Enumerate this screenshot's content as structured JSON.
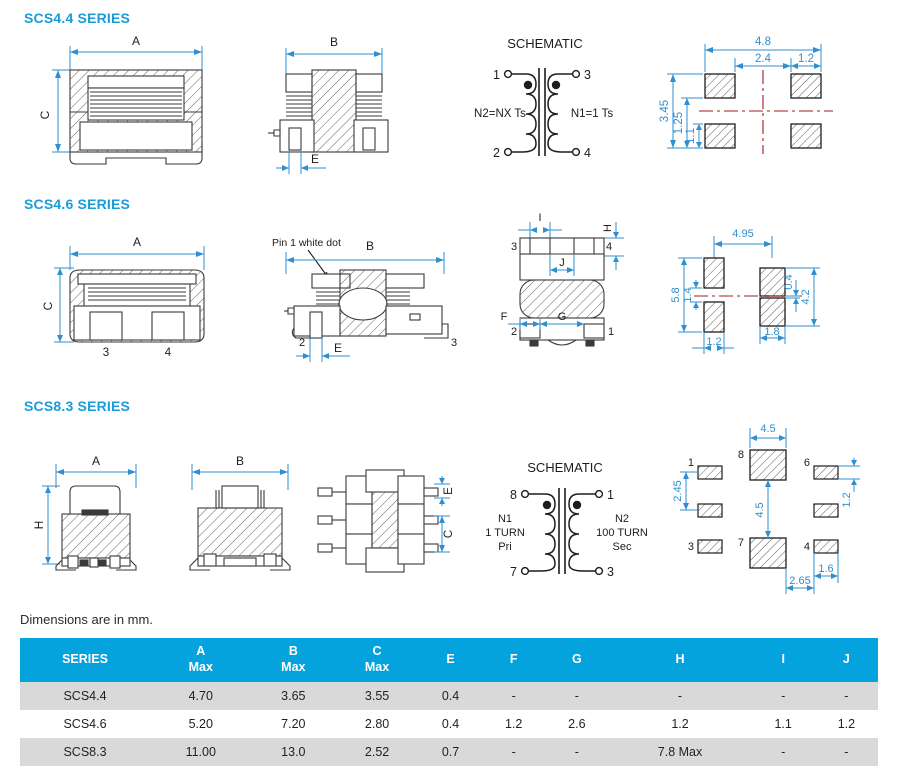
{
  "meta": {
    "dimensions_note": "Dimensions are in mm."
  },
  "sections": [
    {
      "id": "scs44",
      "title": "SCS4.4 SERIES",
      "views": {
        "front": {
          "dim_a": "A",
          "dim_c": "C"
        },
        "side": {
          "dim_b": "B",
          "dim_e": "E"
        },
        "schematic": {
          "title": "SCHEMATIC",
          "pin_top_left": "1",
          "pin_bottom_left": "2",
          "pin_top_right": "3",
          "pin_bottom_right": "4",
          "label_left": "N2=NX Ts",
          "label_right": "N1=1 Ts"
        },
        "landpattern": {
          "dim_width_total": "4.8",
          "dim_pitch": "2.4",
          "dim_pad_w": "1.2",
          "dim_height_total": "3.45",
          "dim_inner_1": "1.25",
          "dim_inner_2": "1.1"
        }
      }
    },
    {
      "id": "scs46",
      "title": "SCS4.6 SERIES",
      "views": {
        "front": {
          "dim_a": "A",
          "dim_c": "C",
          "pin_left": "3",
          "pin_right": "4"
        },
        "side": {
          "dim_b": "B",
          "dim_e": "E",
          "callout": "Pin 1 white dot",
          "pin_left": "2",
          "pin_right": "3"
        },
        "bottom": {
          "dim_i": "I",
          "dim_j": "J",
          "dim_h": "H",
          "dim_f": "F",
          "dim_g": "G",
          "pin_tl": "3",
          "pin_tr": "4",
          "pin_bl": "2",
          "pin_br": "1"
        },
        "landpattern": {
          "dim_pitch_x": "4.95",
          "dim_height_total": "5.8",
          "dim_gap": "1.4",
          "dim_pad_w_left": "1.2",
          "dim_pad_w_right": "1.8",
          "dim_small_gap": "0.4",
          "dim_right_height": "4.2"
        }
      }
    },
    {
      "id": "scs83",
      "title": "SCS8.3 SERIES",
      "views": {
        "front": {
          "dim_a": "A",
          "dim_h": "H"
        },
        "side": {
          "dim_b": "B"
        },
        "bottom": {
          "dim_e": "E",
          "dim_c": "C"
        },
        "schematic": {
          "title": "SCHEMATIC",
          "pin_top_left": "8",
          "pin_bottom_left": "7",
          "pin_top_right": "1",
          "pin_bottom_right": "3",
          "label_left_1": "N1",
          "label_left_2": "1 TURN",
          "label_left_3": "Pri",
          "label_right_1": "N2",
          "label_right_2": "100 TURN",
          "label_right_3": "Sec"
        },
        "landpattern": {
          "dim_pad_w": "4.5",
          "dim_pad_gap_v": "4.5",
          "dim_left_pitch": "2.45",
          "dim_right_pitch": "1.2",
          "dim_small_pad_w": "1.6",
          "dim_offset": "2.65",
          "pad_1": "1",
          "pad_3": "3",
          "pad_4": "4",
          "pad_6": "6",
          "pad_7": "7",
          "pad_8": "8"
        }
      }
    }
  ],
  "table": {
    "headers": [
      {
        "main": "SERIES",
        "sub": ""
      },
      {
        "main": "A",
        "sub": "Max"
      },
      {
        "main": "B",
        "sub": "Max"
      },
      {
        "main": "C",
        "sub": "Max"
      },
      {
        "main": "E",
        "sub": ""
      },
      {
        "main": "F",
        "sub": ""
      },
      {
        "main": "G",
        "sub": ""
      },
      {
        "main": "H",
        "sub": ""
      },
      {
        "main": "I",
        "sub": ""
      },
      {
        "main": "J",
        "sub": ""
      }
    ],
    "rows": [
      [
        "SCS4.4",
        "4.70",
        "3.65",
        "3.55",
        "0.4",
        "-",
        "-",
        "-",
        "-",
        "-"
      ],
      [
        "SCS4.6",
        "5.20",
        "7.20",
        "2.80",
        "0.4",
        "1.2",
        "2.6",
        "1.2",
        "1.1",
        "1.2"
      ],
      [
        "SCS8.3",
        "11.00",
        "13.0",
        "2.52",
        "0.7",
        "-",
        "-",
        "7.8 Max",
        "-",
        "-"
      ]
    ]
  },
  "colors": {
    "heading_blue": "#1a9cd8",
    "table_header_blue": "#04a3de",
    "row_alt_gray": "#d9d9d9",
    "dimension_blue": "#2f8fd0",
    "centerline_red": "#a11c1c",
    "outline": "#3a3a3a"
  }
}
